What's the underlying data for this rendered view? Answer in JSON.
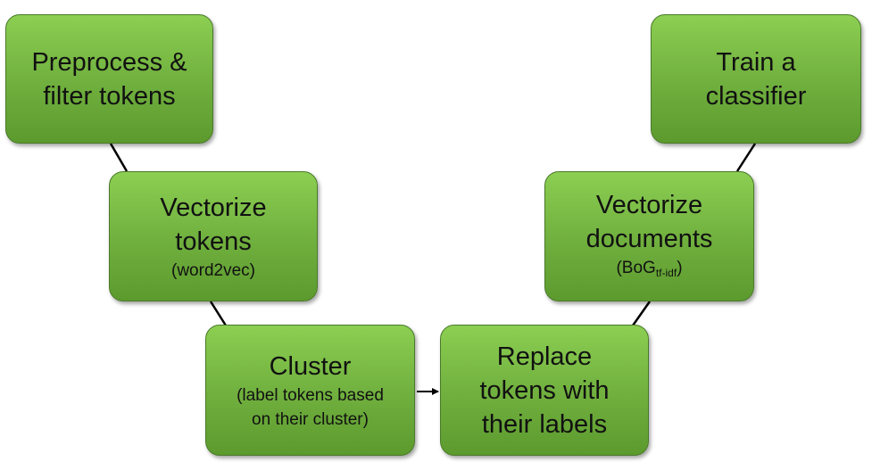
{
  "diagram": {
    "nodes": [
      {
        "id": "preprocess",
        "title": "Preprocess &\nfilter tokens",
        "subtitle": ""
      },
      {
        "id": "vectorize-tokens",
        "title": "Vectorize\ntokens",
        "subtitle": "(word2vec)"
      },
      {
        "id": "cluster",
        "title": "Cluster",
        "subtitle": "(label tokens based\non their cluster)"
      },
      {
        "id": "replace",
        "title": "Replace\ntokens with\ntheir labels",
        "subtitle": ""
      },
      {
        "id": "vectorize-documents",
        "title": "Vectorize\ndocuments",
        "subtitle_prefix": "(BoG",
        "subtitle_subscript": "tf-idf",
        "subtitle_suffix": ")"
      },
      {
        "id": "train",
        "title": "Train a\nclassifier",
        "subtitle": ""
      }
    ],
    "edges": [
      {
        "from": "preprocess",
        "to": "vectorize-tokens",
        "arrow": false
      },
      {
        "from": "vectorize-tokens",
        "to": "cluster",
        "arrow": false
      },
      {
        "from": "cluster",
        "to": "replace",
        "arrow": true
      },
      {
        "from": "replace",
        "to": "vectorize-documents",
        "arrow": false
      },
      {
        "from": "vectorize-documents",
        "to": "train",
        "arrow": false
      }
    ],
    "colors": {
      "box_fill": "#74b441",
      "box_border": "#4a7a2a",
      "connector": "#000000",
      "text": "#111111"
    }
  }
}
